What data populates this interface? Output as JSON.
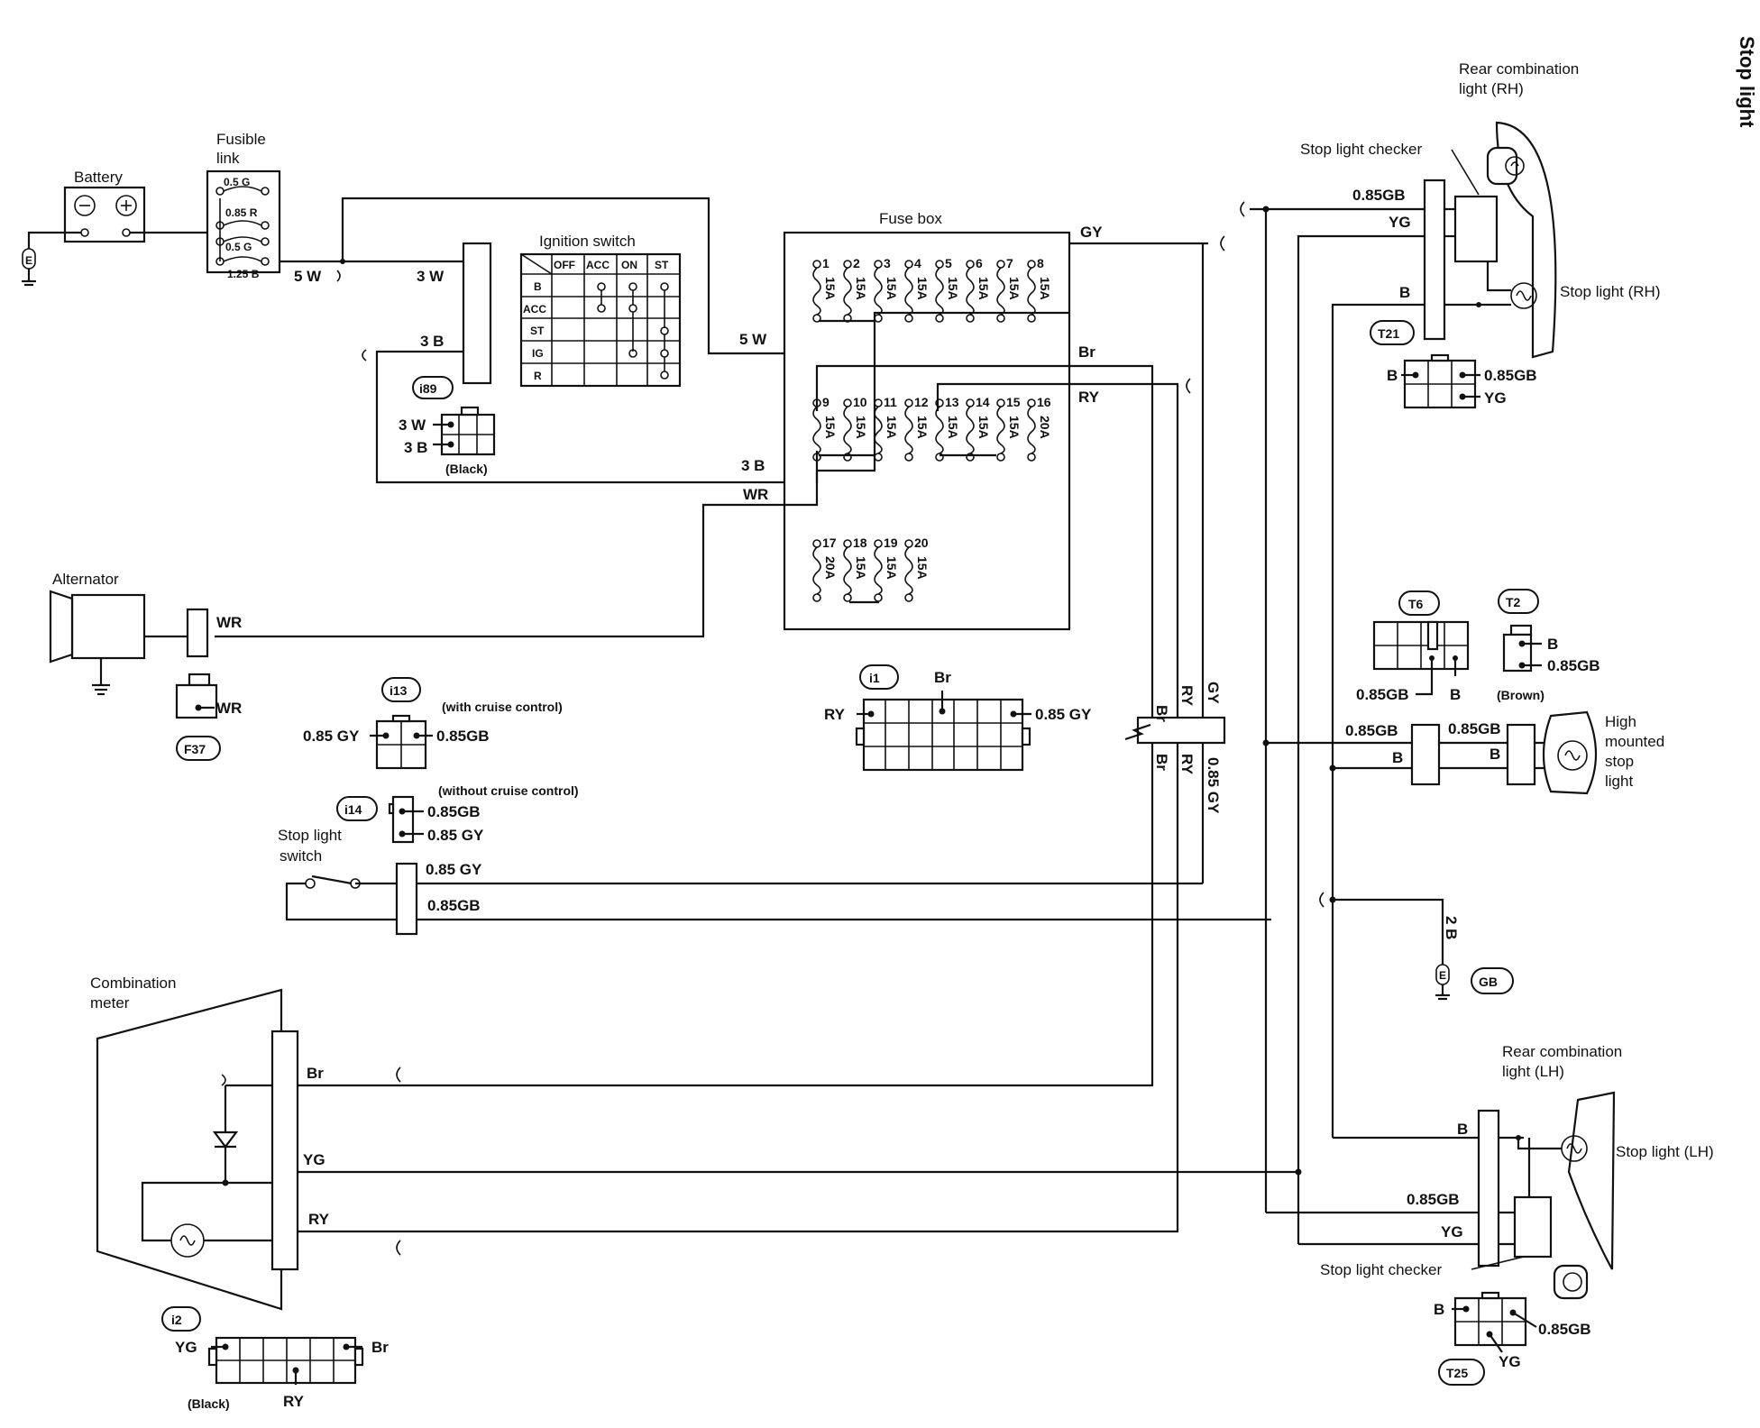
{
  "components": {
    "battery": "Battery",
    "fusible_link": [
      "Fusible",
      "link"
    ],
    "ignition_switch": "Ignition switch",
    "fuse_box": "Fuse box",
    "alternator": "Alternator",
    "stop_light_switch": [
      "Stop light",
      "switch"
    ],
    "combination_meter": [
      "Combination",
      "meter"
    ],
    "rear_rh": [
      "Rear combination",
      "light (RH)"
    ],
    "rear_lh": [
      "Rear combination",
      "light (LH)"
    ],
    "stop_light_checker_top": "Stop light checker",
    "stop_light_checker_bottom": "Stop light checker",
    "stop_light_rh": "Stop light (RH)",
    "stop_light_lh": "Stop light (LH)",
    "high_mounted": [
      "High",
      "mounted",
      "stop",
      "light"
    ]
  },
  "fusible_link_values": [
    "0.5 G",
    "0.85 R",
    "0.5 G",
    "1.25 B"
  ],
  "ignition_table": {
    "columns": [
      "OFF",
      "ACC",
      "ON",
      "ST"
    ],
    "rows": [
      "B",
      "ACC",
      "ST",
      "IG",
      "R"
    ]
  },
  "fuses": [
    {
      "num": "1",
      "amp": "15A"
    },
    {
      "num": "2",
      "amp": "15A"
    },
    {
      "num": "3",
      "amp": "15A"
    },
    {
      "num": "4",
      "amp": "15A"
    },
    {
      "num": "5",
      "amp": "15A"
    },
    {
      "num": "6",
      "amp": "15A"
    },
    {
      "num": "7",
      "amp": "15A"
    },
    {
      "num": "8",
      "amp": "15A"
    },
    {
      "num": "9",
      "amp": "15A"
    },
    {
      "num": "10",
      "amp": "15A"
    },
    {
      "num": "11",
      "amp": "15A"
    },
    {
      "num": "12",
      "amp": "15A"
    },
    {
      "num": "13",
      "amp": "15A"
    },
    {
      "num": "14",
      "amp": "15A"
    },
    {
      "num": "15",
      "amp": "15A"
    },
    {
      "num": "16",
      "amp": "20A"
    },
    {
      "num": "17",
      "amp": "20A"
    },
    {
      "num": "18",
      "amp": "15A"
    },
    {
      "num": "19",
      "amp": "15A"
    },
    {
      "num": "20",
      "amp": "15A"
    }
  ],
  "connectors": {
    "i89": "i89",
    "i89_pins": [
      "3 W",
      "3 B"
    ],
    "i89_note": "(Black)",
    "i13": "i13",
    "i13_note": "(with cruise control)",
    "i13_pins": [
      "0.85 GY",
      "0.85GB"
    ],
    "i14": "i14",
    "i14_note": "(without cruise control)",
    "i14_pins": [
      "0.85GB",
      "0.85 GY"
    ],
    "i1": "i1",
    "i1_pins": [
      "RY",
      "Br",
      "0.85 GY"
    ],
    "i2": "i2",
    "i2_pins": [
      "YG",
      "Br",
      "RY"
    ],
    "i2_note": "(Black)",
    "F37": "F37",
    "F37_pin": "WR",
    "T21": "T21",
    "T21_pins": [
      "B",
      "0.85GB",
      "YG"
    ],
    "T6": "T6",
    "T6_pins": [
      "0.85GB",
      "B"
    ],
    "T2": "T2",
    "T2_pins": [
      "B",
      "0.85GB"
    ],
    "T2_note": "(Brown)",
    "T25": "T25",
    "T25_pins": [
      "B",
      "0.85GB",
      "YG"
    ],
    "GB": "GB",
    "ground_label": "E"
  },
  "wire_labels": {
    "w5w": "5 W",
    "w3w": "3 W",
    "w3b": "3 B",
    "w5w_fuse": "5 W",
    "w3b_fuse": "3 B",
    "wWR_fuse": "WR",
    "alt_wr": "WR",
    "gy": "GY",
    "br": "Br",
    "ry": "RY",
    "sls_gy": "0.85 GY",
    "sls_gb": "0.85GB",
    "rh_gb": "0.85GB",
    "rh_yg": "YG",
    "rh_b": "B",
    "hm_gb_left": "0.85GB",
    "hm_gb_right": "0.85GB",
    "hm_b_left": "B",
    "hm_b_right": "B",
    "gnd_2b": "2 B",
    "lh_b": "B",
    "lh_gb": "0.85GB",
    "lh_yg": "YG",
    "meter_br": "Br",
    "meter_yg": "YG",
    "meter_ry": "RY",
    "v_br": "Br",
    "v_ry": "RY",
    "v_gy": "GY",
    "v_085gy": "0.85 GY"
  },
  "edge_mark": "Stop light"
}
